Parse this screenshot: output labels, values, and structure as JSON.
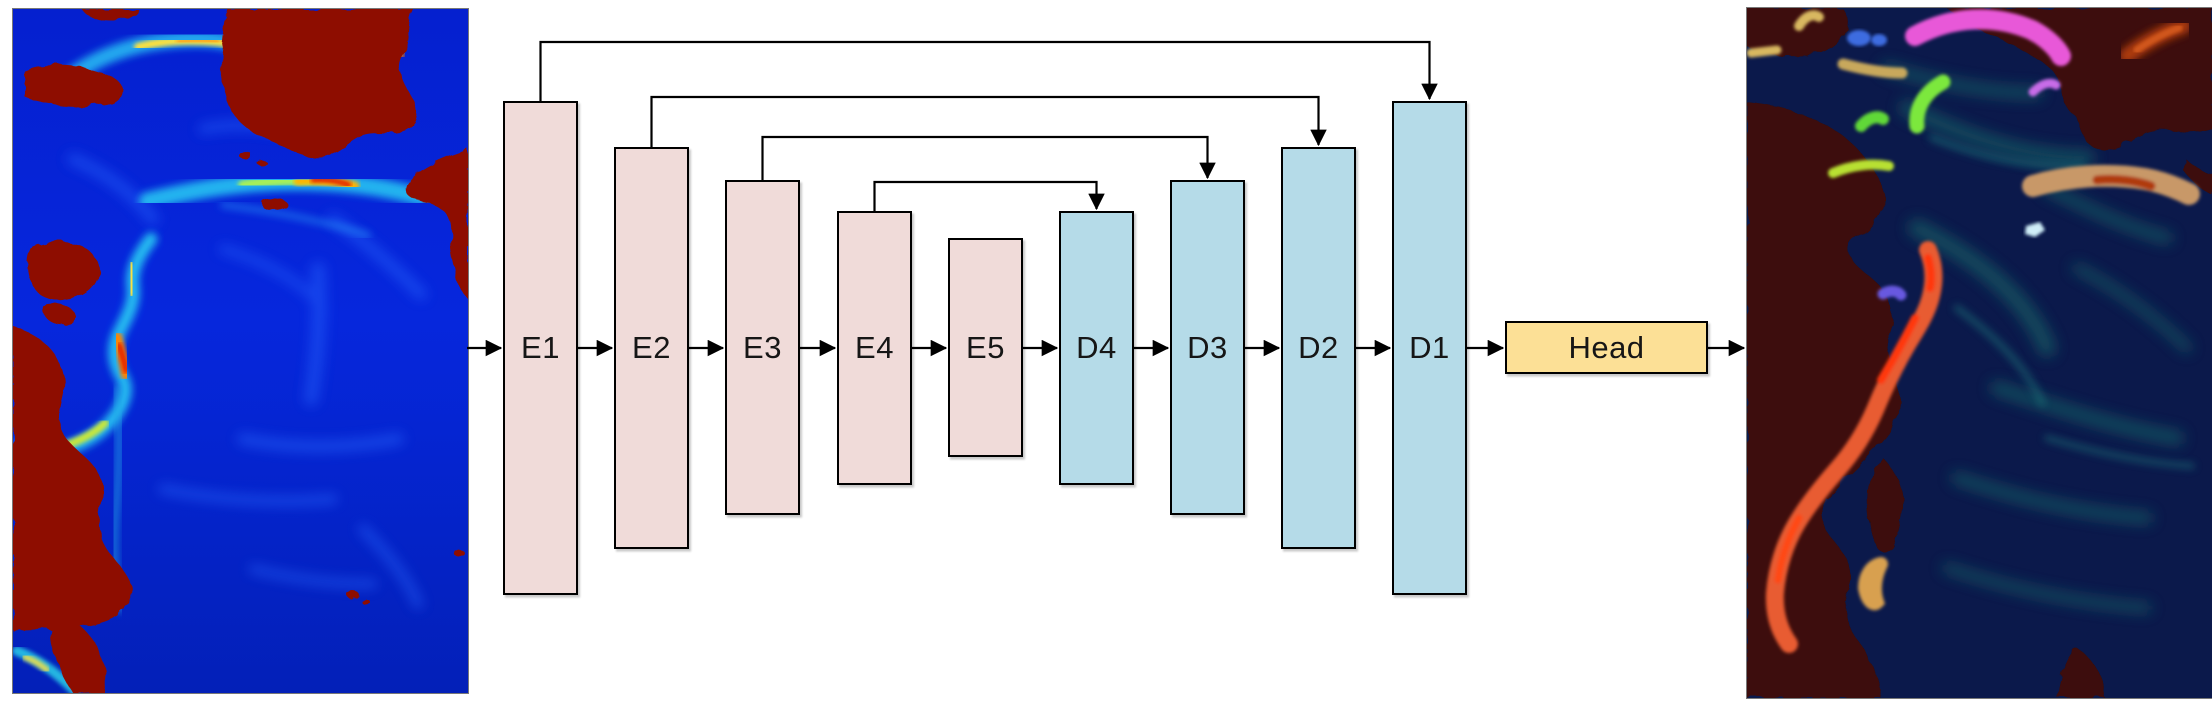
{
  "diagram": {
    "blocks": [
      {
        "label": "E1",
        "role": "encoder"
      },
      {
        "label": "E2",
        "role": "encoder"
      },
      {
        "label": "E3",
        "role": "encoder"
      },
      {
        "label": "E4",
        "role": "encoder"
      },
      {
        "label": "E5",
        "role": "encoder"
      },
      {
        "label": "D4",
        "role": "decoder"
      },
      {
        "label": "D3",
        "role": "decoder"
      },
      {
        "label": "D2",
        "role": "decoder"
      },
      {
        "label": "D1",
        "role": "decoder"
      },
      {
        "label": "Head",
        "role": "head"
      }
    ],
    "skip_connections": [
      "E1→D1",
      "E2→D2",
      "E3→D3",
      "E4→D4"
    ],
    "flow": "input image → E1 → E2 → E3 → E4 → E5 → D4 → D3 → D2 → D1 → Head → output image"
  },
  "images": {
    "input": {
      "name": "sea-surface-current-speed-map"
    },
    "output": {
      "name": "segmentation-output-map"
    }
  },
  "palette": {
    "canvas_bg": "#ffffff",
    "line_color": "#000000",
    "encoder_fill": "#f0dbd9",
    "decoder_fill": "#b5dbe8",
    "head_fill": "#fce096",
    "input_land": "#8e1006",
    "input_ocean": "#0627dd",
    "output_land": "#3d0b07",
    "output_sea": "#0b194b"
  }
}
